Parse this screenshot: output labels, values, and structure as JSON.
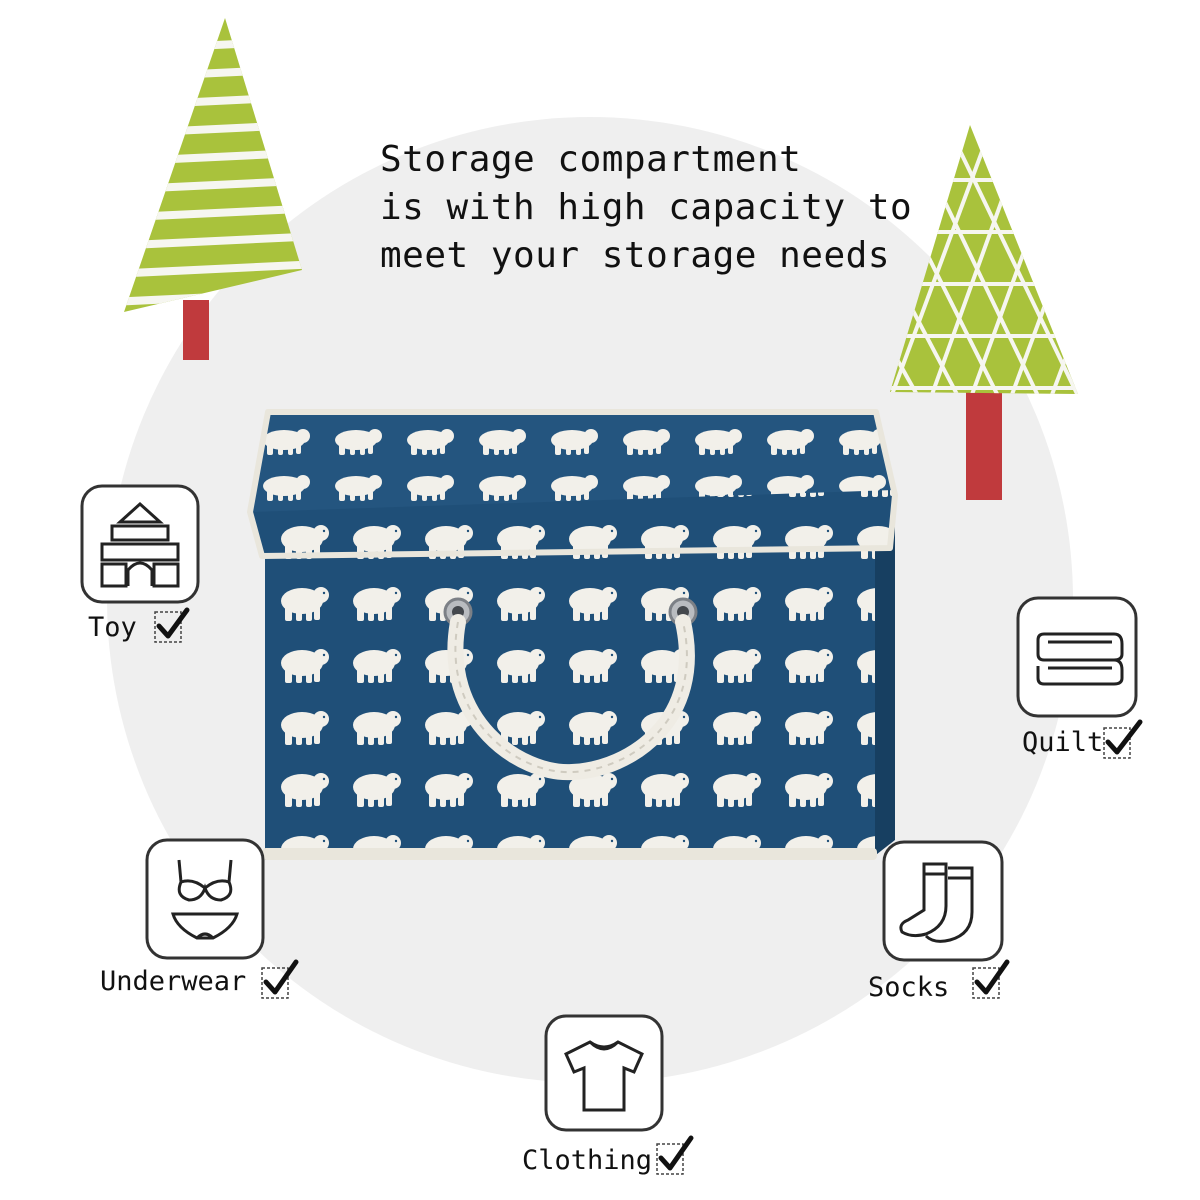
{
  "headline": {
    "line1": "Storage compartment",
    "line2": "is with high capacity to",
    "line3": "meet your storage needs"
  },
  "categories": [
    {
      "label": "Toy",
      "icon": "blocks-castle-icon",
      "checked": true
    },
    {
      "label": "Quilt",
      "icon": "folded-quilt-icon",
      "checked": true
    },
    {
      "label": "Underwear",
      "icon": "bra-underwear-icon",
      "checked": true
    },
    {
      "label": "Socks",
      "icon": "socks-icon",
      "checked": true
    },
    {
      "label": "Clothing",
      "icon": "tshirt-icon",
      "checked": true
    }
  ],
  "colors": {
    "box_navy": "#1f4f78",
    "bear_white": "#f2f0ea",
    "tree_green": "#a9c23c",
    "trunk_red": "#c03a3d",
    "circle_bg": "#efefef"
  }
}
